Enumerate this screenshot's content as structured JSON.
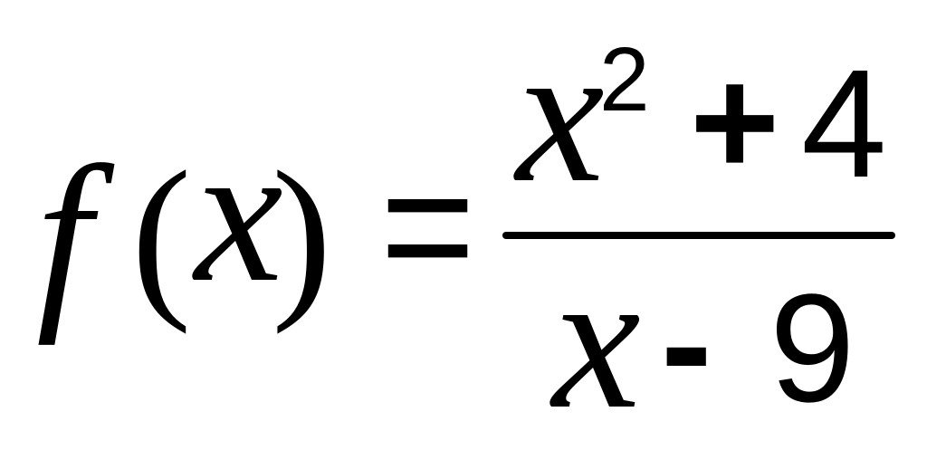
{
  "formula": {
    "function_name": "f",
    "open_paren": "(",
    "argument": "x",
    "close_paren": ")",
    "equals": "=",
    "numerator": {
      "variable": "x",
      "exponent": "2",
      "operator": "+",
      "constant": "4"
    },
    "denominator": {
      "variable": "x",
      "operator": "-",
      "constant": "9"
    }
  }
}
